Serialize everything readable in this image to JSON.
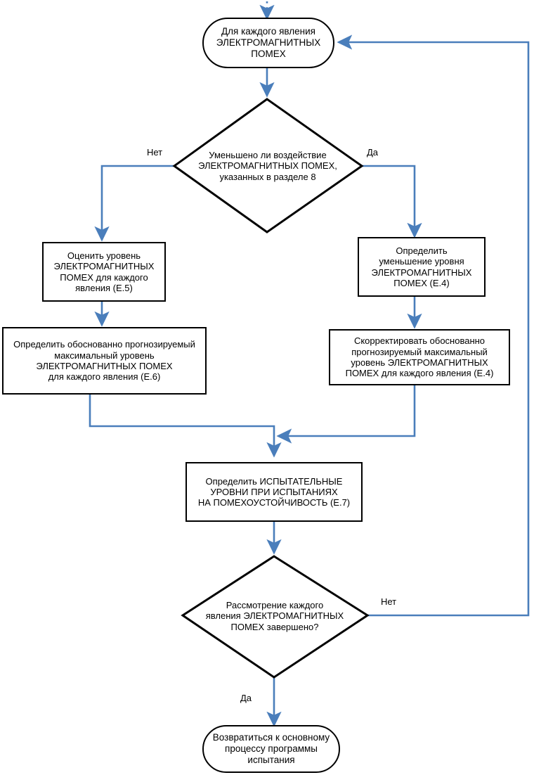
{
  "diagram": {
    "title_text": "",
    "type": "flowchart",
    "language": "ru",
    "colors": {
      "connector": "#4a7ebb",
      "node_border": "#000000",
      "node_fill": "#ffffff",
      "text": "#000000"
    },
    "nodes": [
      {
        "id": "start",
        "shape": "terminal",
        "text": "Для каждого явления\nЭЛЕКТРОМАГНИТНЫХ\nПОМЕХ"
      },
      {
        "id": "decision1",
        "shape": "diamond",
        "text": "Уменьшено ли воздействие\nЭЛЕКТРОМАГНИТНЫХ ПОМЕХ,\nуказанных в разделе 8"
      },
      {
        "id": "proc_left_1",
        "shape": "process",
        "text": "Оценить уровень\nЭЛЕКТРОМАГНИТНЫХ\nПОМЕХ для каждого\nявления (E.5)"
      },
      {
        "id": "proc_right_1",
        "shape": "process",
        "text": "Определить\nуменьшение уровня\nЭЛЕКТРОМАГНИТНЫХ\nПОМЕХ (E.4)"
      },
      {
        "id": "proc_left_2",
        "shape": "process",
        "text": "Определить обоснованно прогнозируемый\nмаксимальный уровень\nЭЛЕКТРОМАГНИТНЫХ ПОМЕХ\nдля каждого явления (E.6)"
      },
      {
        "id": "proc_right_2",
        "shape": "process",
        "text": "Скорректировать обоснованно\nпрогнозируемый максимальный\nуровень ЭЛЕКТРОМАГНИТНЫХ\nПОМЕХ для каждого явления (E.4)"
      },
      {
        "id": "proc_center",
        "shape": "process",
        "text": "Определить ИСПЫТАТЕЛЬНЫЕ\nУРОВНИ ПРИ ИСПЫТАНИЯХ\nНА ПОМЕХОУСТОЙЧИВОСТЬ (E.7)"
      },
      {
        "id": "decision2",
        "shape": "diamond",
        "text": "Рассмотрение каждого\nявления ЭЛЕКТРОМАГНИТНЫХ\nПОМЕХ завершено?"
      },
      {
        "id": "end",
        "shape": "terminal",
        "text": "Возвратиться к основному\nпроцессу программы\nиспытания"
      }
    ],
    "edge_labels": {
      "d1_no": "Нет",
      "d1_yes": "Да",
      "d2_no": "Нет",
      "d2_yes": "Да"
    }
  }
}
